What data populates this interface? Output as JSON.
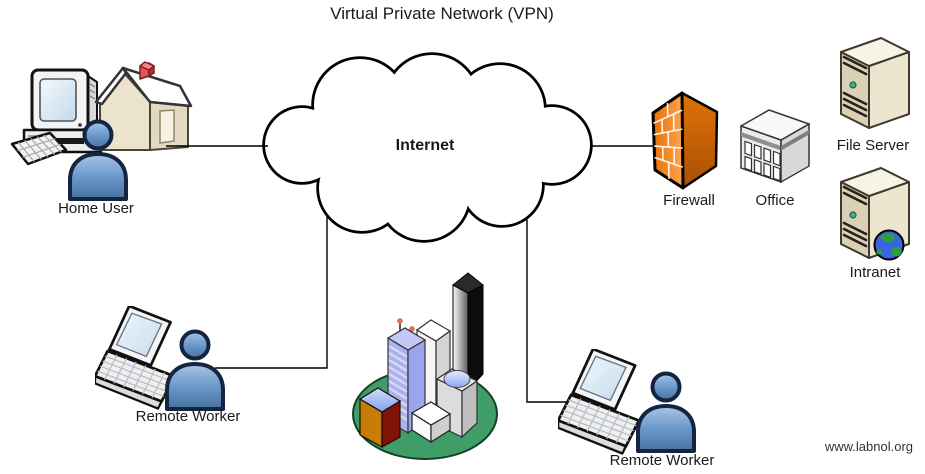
{
  "title": "Virtual Private Network (VPN)",
  "watermark": "www.labnol.org",
  "diagram": {
    "nodes": {
      "internet": {
        "label": "Internet",
        "icon": "cloud-icon"
      },
      "home_user": {
        "label": "Home User",
        "icon": "desktop-computer-house-person-icon"
      },
      "firewall": {
        "label": "Firewall",
        "icon": "brick-wall-icon"
      },
      "office": {
        "label": "Office",
        "icon": "office-building-icon"
      },
      "file_server": {
        "label": "File Server",
        "icon": "server-tower-icon"
      },
      "intranet": {
        "label": "Intranet",
        "icon": "server-tower-globe-icon"
      },
      "remote_worker_left": {
        "label": "Remote Worker",
        "icon": "laptop-person-icon"
      },
      "remote_worker_right": {
        "label": "Remote Worker",
        "icon": "laptop-person-icon"
      },
      "city": {
        "icon": "city-buildings-icon"
      }
    },
    "connections": [
      {
        "from": "home_user",
        "to": "internet"
      },
      {
        "from": "internet",
        "to": "firewall"
      },
      {
        "from": "remote_worker_left",
        "to": "internet"
      },
      {
        "from": "remote_worker_right",
        "to": "internet"
      }
    ]
  },
  "colors": {
    "person_blue": "#6b99cb",
    "person_outline": "#142441",
    "firewall_orange": "#f07a10",
    "server_beige": "#e9e1cc",
    "grass_green": "#3f9e68",
    "connector_line": "#000000",
    "label_text": "#1a1a1a"
  }
}
